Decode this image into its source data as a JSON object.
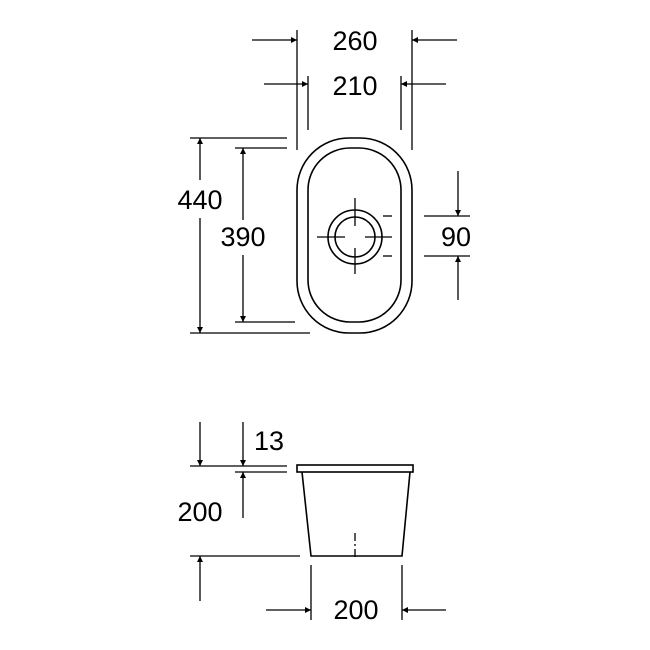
{
  "top_view": {
    "overall_width": "260",
    "bowl_width": "210",
    "overall_length": "440",
    "bowl_length": "390",
    "drain_diameter": "90"
  },
  "side_view": {
    "rim_thickness": "13",
    "bowl_depth": "200",
    "bottom_width": "200"
  },
  "colors": {
    "line": "#000000",
    "background": "#ffffff"
  }
}
